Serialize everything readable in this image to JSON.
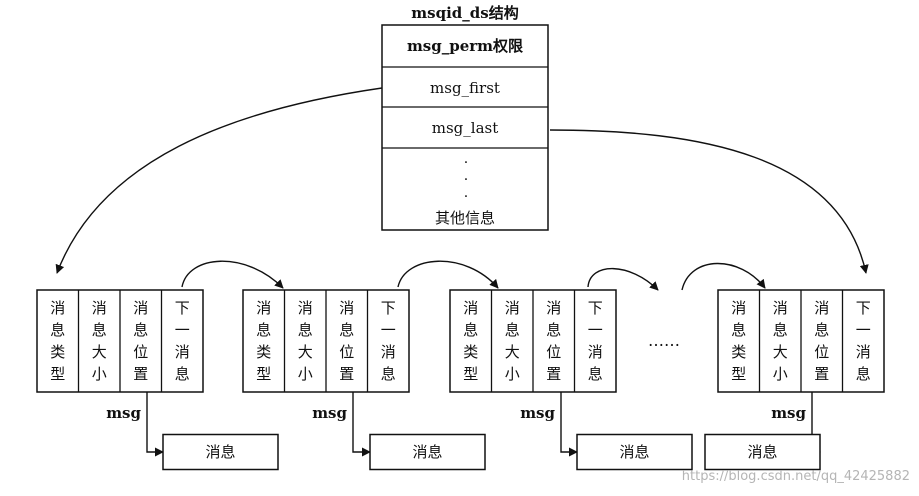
{
  "msqid": {
    "title": "msqid_ds结构",
    "fields": [
      "msg_perm权限",
      "msg_first",
      "msg_last"
    ],
    "dots": ".",
    "other_info": "其他信息"
  },
  "message_node": {
    "cells": [
      [
        "消",
        "息",
        "类",
        "型"
      ],
      [
        "消",
        "息",
        "大",
        "小"
      ],
      [
        "消",
        "息",
        "位",
        "置"
      ],
      [
        "下",
        "一",
        "消",
        "息"
      ]
    ],
    "pointer_label": "msg",
    "body_label": "消息"
  },
  "ellipsis": "……",
  "watermark": "https://blog.csdn.net/qq_42425882"
}
